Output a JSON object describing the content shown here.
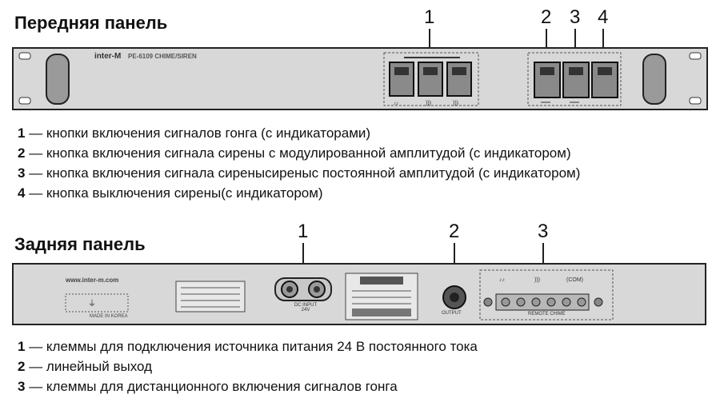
{
  "front": {
    "heading": "Передняя панель",
    "brand": "inter-M",
    "model": "PE-6109 CHIME/SIREN",
    "callouts": [
      "1",
      "2",
      "3",
      "4"
    ],
    "legend": [
      {
        "num": "1",
        "text": " — кнопки включения сигналов гонга (с индикаторами)"
      },
      {
        "num": "2",
        "text": " — кнопка включения сигнала сирены с модулированной амплитудой (с индикатором)"
      },
      {
        "num": "3",
        "text": " — кнопка включения сигнала сиренысиреныс постоянной амплитудой (с индикатором)"
      },
      {
        "num": "4",
        "text": " — кнопка выключения сирены(с индикатором)"
      }
    ]
  },
  "rear": {
    "heading": "Задняя панель",
    "website": "www.inter-m.com",
    "made_in": "MADE IN KOREA",
    "dc_label": "DC INPUT 24V",
    "output_label": "OUTPUT",
    "remote_label": "REMOTE CHIME",
    "callouts": [
      "1",
      "2",
      "3"
    ],
    "legend": [
      {
        "num": "1",
        "text": " — клеммы для подключения источника питания 24 В постоянного тока"
      },
      {
        "num": "2",
        "text": " — линейный выход"
      },
      {
        "num": "3",
        "text": " — клеммы для дистанционного включения сигналов гонга"
      }
    ]
  },
  "colors": {
    "panel": "#d8d8d8",
    "panel_dark": "#7a7a7a",
    "outline": "#222222"
  }
}
